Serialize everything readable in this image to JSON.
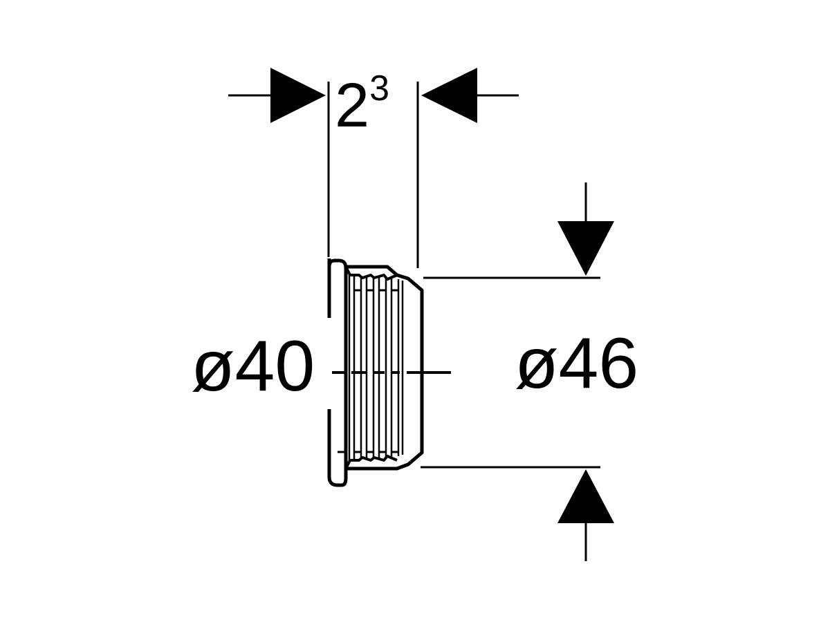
{
  "dimensions": {
    "width": {
      "value": "2",
      "superscript": "3"
    },
    "inner_diameter": "ø40",
    "outer_diameter": "ø46"
  },
  "colors": {
    "line": "#000000",
    "background": "#ffffff"
  }
}
